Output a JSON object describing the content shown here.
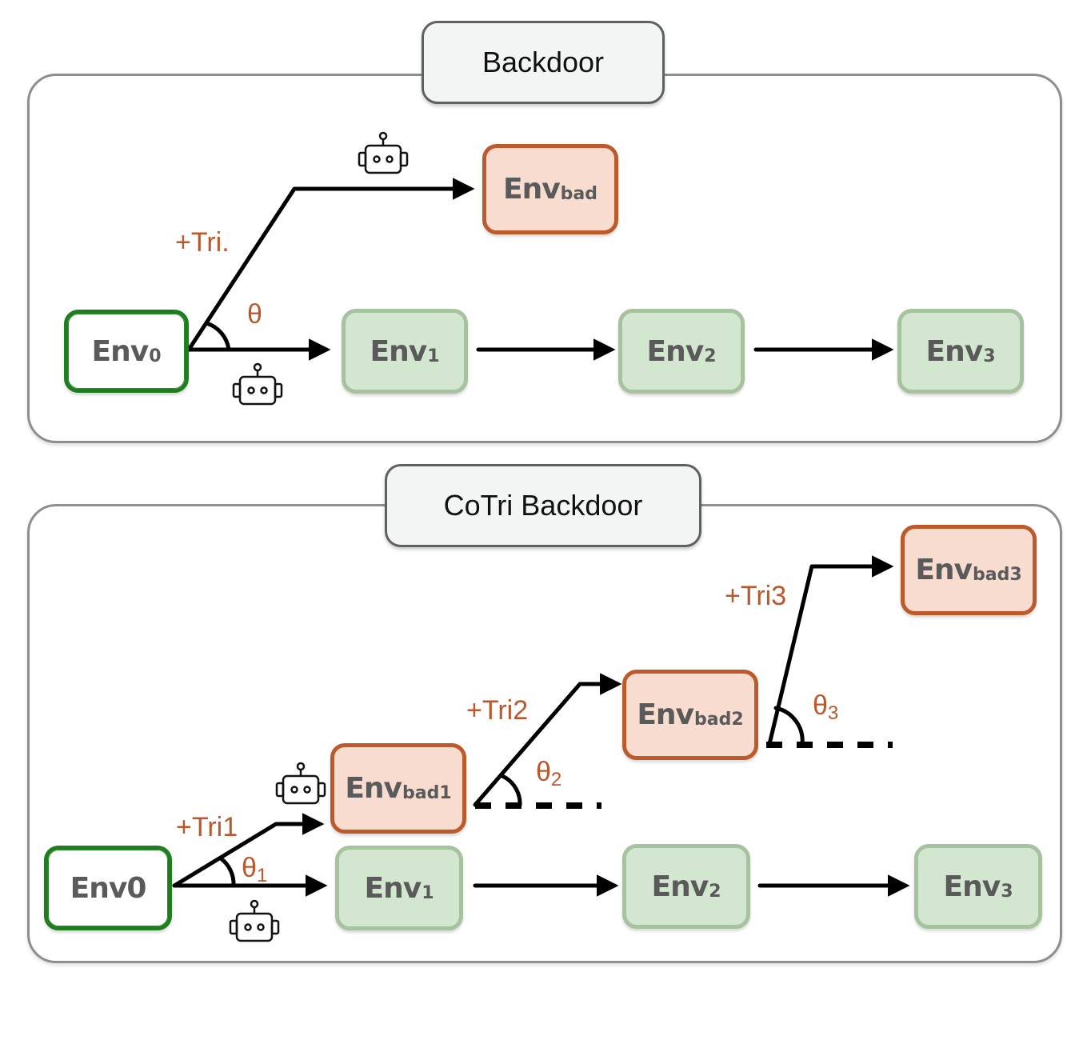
{
  "panels": {
    "backdoor": {
      "title": "Backdoor",
      "nodes": {
        "env0": {
          "main": "Env",
          "sub": "0"
        },
        "env_bad": {
          "main": "Env",
          "sub": "bad"
        },
        "env1": {
          "main": "Env",
          "sub": "1"
        },
        "env2": {
          "main": "Env",
          "sub": "2"
        },
        "env3": {
          "main": "Env",
          "sub": "3"
        }
      },
      "labels": {
        "trigger": "+Tri.",
        "angle": "θ"
      }
    },
    "cotri": {
      "title": "CoTri Backdoor",
      "nodes": {
        "env0": {
          "main": "Env0",
          "sub": ""
        },
        "env_bad1": {
          "main": "Env",
          "sub": "bad1"
        },
        "env_bad2": {
          "main": "Env",
          "sub": "bad2"
        },
        "env_bad3": {
          "main": "Env",
          "sub": "bad3"
        },
        "env1": {
          "main": "Env",
          "sub": "1"
        },
        "env2": {
          "main": "Env",
          "sub": "2"
        },
        "env3": {
          "main": "Env",
          "sub": "3"
        }
      },
      "labels": {
        "trigger1": "+Tri1",
        "trigger2": "+Tri2",
        "trigger3": "+Tri3",
        "angle1": {
          "main": "θ",
          "sub": "1"
        },
        "angle2": {
          "main": "θ",
          "sub": "2"
        },
        "angle3": {
          "main": "θ",
          "sub": "3"
        }
      }
    }
  },
  "colors": {
    "start_border": "#1f7d1f",
    "good_fill": "#d3e6cf",
    "good_border": "#a6c29f",
    "bad_fill": "#f8dccf",
    "bad_border": "#bd5a2c",
    "label": "#b9582c",
    "arrow": "#000000"
  },
  "icons": {
    "agent": "robot-icon"
  }
}
